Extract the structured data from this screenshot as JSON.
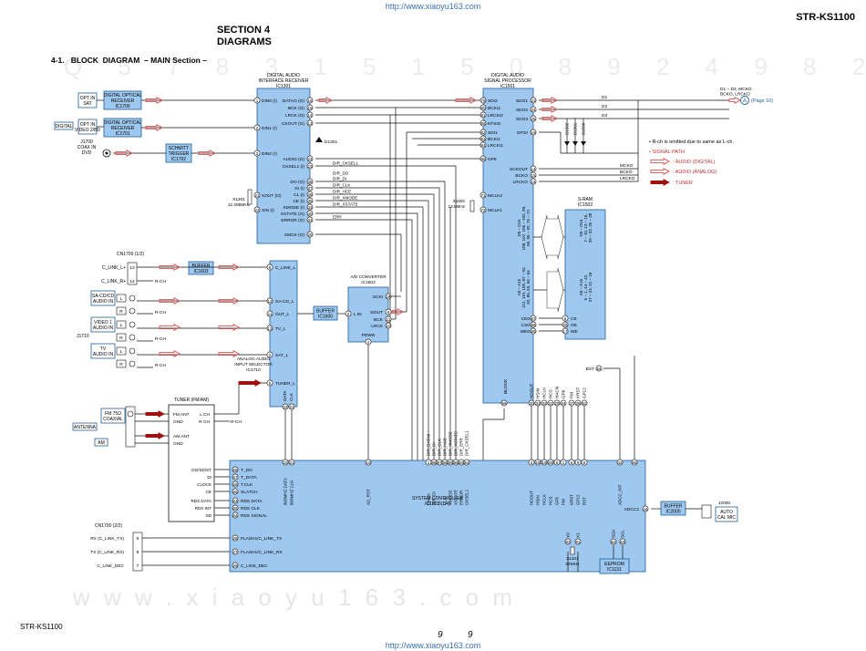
{
  "header": {
    "url_top": "http://www.xiaoyu163.com",
    "model": "STR-KS1100",
    "section": "SECTION 4",
    "diagrams": "DIAGRAMS",
    "subtitle": "4-1.   BLOCK  DIAGRAM  – MAIN Section –"
  },
  "footer": {
    "model": "STR-KS1100",
    "page_left": "9",
    "page_right": "9",
    "url_bottom": "http://www.xiaoyu163.com"
  },
  "watermark": "w w w . x i a o y u 1 6 3 . c o m",
  "legend": {
    "note": "• R-ch is omitted due to same as L-ch.",
    "signal_path": "• SIGNAL PATH",
    "digital": ": AUDIO (DIGITAL)",
    "analog": ": AUDIO (ANALOG)",
    "tuner": ": TUNER",
    "colors": {
      "digital": "#e05050",
      "analog": "#e05050",
      "tuner": "#a01010"
    }
  },
  "inputs": {
    "opt_sat": "OPT IN\nSAT",
    "opt_video2": "OPT IN\nVIDEO 2/BD",
    "digital": "DIGITAL",
    "coax": "J1700\nCOAX IN\nDVD",
    "rx1_title": "DIGITAL OPTICAL\nRECEIVER\nIC1700",
    "rx2_title": "DIGITAL OPTICAL\nRECEIVER\nIC1701",
    "schmitt": "SCHMITT\nTRIGGER\nIC1702"
  },
  "ic1301": {
    "title": "DIGITAL AUDIO\nINTERFACE RECEIVER\nIC1301",
    "left_pins": [
      [
        "1",
        "DIN0 (I)"
      ],
      [
        "2",
        "DIN1 (I)"
      ],
      [
        "3",
        "DIN2 (I)"
      ],
      [
        "21",
        "XOUT (O)"
      ],
      [
        "22",
        "XIN (I)"
      ]
    ],
    "right_pins": [
      [
        "16",
        "DATAO (O)"
      ],
      [
        "15",
        "BCK (O)"
      ],
      [
        "14",
        "LRCK (O)"
      ],
      [
        "13",
        "CKOUT (O)"
      ],
      [
        "24",
        "AUDIO (O)"
      ],
      [
        "23",
        "CKSEL1 (I)"
      ],
      [
        "38",
        "DO (O)"
      ],
      [
        "37",
        "DI (I)"
      ],
      [
        "36",
        "CL (I)"
      ],
      [
        "35",
        "CE (I)"
      ],
      [
        "33",
        "XMODE (I)"
      ],
      [
        "40",
        "XSTATE (O)"
      ],
      [
        "34",
        "ERROR (O)"
      ],
      [
        "20",
        "XMCK (O)"
      ]
    ],
    "crystal": "X1301\n12.288MHz",
    "diode": "D1301",
    "nets": [
      "DIR_CKSEL1",
      "DIR_DO",
      "DIR_DI",
      "DIR_CLK",
      "DIR_HCE",
      "DIR_XMODE",
      "DIR_XSTATE",
      "ERR"
    ]
  },
  "ic1501": {
    "title": "DIGITAL AUDIO\nSIGNAL PROCESSOR\nIC1501",
    "left_pins": [
      [
        "79",
        "SDI2"
      ],
      [
        "80",
        "BCKI2"
      ],
      [
        "81",
        "LRCKI2"
      ],
      [
        "85",
        "KFSIO"
      ],
      [
        "82",
        "SDI1"
      ],
      [
        "83",
        "BCKI1"
      ],
      [
        "84",
        "LRCKI1"
      ],
      [
        "68",
        "GP8"
      ],
      [
        "71",
        "MCLK2"
      ],
      [
        "72",
        "MCLK1"
      ]
    ],
    "right_pins": [
      [
        "23",
        "SDO1"
      ],
      [
        "24",
        "SDO2"
      ],
      [
        "25",
        "SDO3"
      ],
      [
        "19",
        "GP10"
      ],
      [
        "14",
        "SCKOUT"
      ],
      [
        "15",
        "BCKO"
      ],
      [
        "16",
        "LRCKO"
      ]
    ],
    "bus_left": "D0 – D15\n108, 107, 105 – 102, 99,\n98, 95 – 92, 75 – 72",
    "bus_right": "D0 – D15\n7 – 10, 13 – 16,\n29 – 32, 35 – 38",
    "addr_left": "A0 – A15\n112, 110, 109, 87 – 92,\n82, 85, 63, 66 – 64",
    "addr_right": "A0 – A15\n5 – 1, 44 – 42,\n27 – 24, 21 – 18",
    "ctrl": [
      [
        "87",
        "CE0",
        "6",
        "CE"
      ],
      [
        "88",
        "CS0",
        "28",
        "OE"
      ],
      [
        "89",
        "WE0",
        "17",
        "WE"
      ]
    ],
    "bst": "BST",
    "bst_pin": "54",
    "block": "BLOCK",
    "block_pin": "56",
    "bottom_pins": [
      "HDOUT",
      "HSIN",
      "HCLK",
      "HCS",
      "HACN",
      "GP6",
      "PM",
      "KRST",
      "GP12"
    ],
    "bottom_nums": [
      "30",
      "33",
      "32",
      "31",
      "29",
      "34",
      "37",
      "36",
      "52"
    ],
    "crystal": "X1502\n13.5MHz",
    "sram": "S-RAM\nIC1502",
    "diodes": [
      "D1502",
      "D1501",
      "D1500"
    ],
    "out_lines": [
      "D1",
      "D2",
      "D3"
    ],
    "clk_lines": [
      "MCKO",
      "BCKO",
      "LRCKO"
    ],
    "page_ref": "D1 – D3, MCKO\nBCKO, LRCKO",
    "page_marker": "A",
    "page_link": "(Page 10)"
  },
  "analog_in": {
    "cn1700_1": "CN1700 (1/2)",
    "clink_l": "C_LINK_L+",
    "clink_r": "C_LINK_R+",
    "pin13": "13",
    "pin14": "14",
    "buffer1603": "BUFFER\nIC1603",
    "sacd": "SA-CD/CD\nAUDIO IN",
    "video1": "VIDEO 1\nAUDIO IN",
    "tv": "TV\nAUDIO IN",
    "j1710": "J1710",
    "rch": "R-CH",
    "selector": "ANALOG AUDIO\nINPUT SELECTOR\nIC1710",
    "sel_pins": [
      [
        "9",
        "C_LINK_L"
      ],
      [
        "12",
        "SA-CD_L"
      ],
      [
        "11",
        "OUT_L"
      ],
      [
        "13",
        "TV_L"
      ],
      [
        "3",
        "SAT_L"
      ],
      [
        "5",
        "TUNER_L"
      ]
    ],
    "data_clk": [
      "DATA",
      "CLK"
    ],
    "data_clk_nums": [
      "22",
      "21"
    ],
    "buffer1600": "BUFFER\nIC1600"
  },
  "adc": {
    "title": "A/D CONVERTER\nIC1602",
    "pins": [
      [
        "2",
        "L IN"
      ],
      [
        "12",
        "SCKI"
      ],
      [
        "9",
        "DOUT"
      ],
      [
        "11",
        "BCK"
      ],
      [
        "10",
        "LRCK"
      ],
      [
        "4",
        "PDWN"
      ]
    ],
    "pdwn": "PDWN"
  },
  "tuner": {
    "title": "TUNER (FM/AM)",
    "fm_ant": "FM ANT",
    "gnd": "GND",
    "am_ant": "AM ANT",
    "fm_coax": "FM 75Ω\nCOAXIAL",
    "am": "AM",
    "antenna": "ANTENNA",
    "lch": "L CH",
    "rch": "R CH",
    "rch_out": "R-CH",
    "pins": [
      "DO/SD/ST",
      "DI",
      "CLOCK",
      "CE",
      "RDS DATA",
      "RDS INT",
      "SD"
    ]
  },
  "sysctl": {
    "title": "SYSTEM CONTROLLER\nIC1601 (1/4)",
    "left_pins": [
      [
        "68",
        "T_DO"
      ],
      [
        "67",
        "T_DATA"
      ],
      [
        "69",
        "T.CLK"
      ],
      [
        "66",
        "SLATCH"
      ],
      [
        "63",
        "RDS DATA"
      ],
      [
        "65",
        "RDS CLK"
      ],
      [
        "64",
        "RDS SIGNAL"
      ],
      [
        "28",
        "FLASH1/C_LINK_TX"
      ],
      [
        "27",
        "FLASH1/C_LINK_RX"
      ],
      [
        "29",
        "C_LINK_DEC"
      ]
    ],
    "top_labels": [
      "803MHZ DATA",
      "803MHZ CLK",
      "AD_RST",
      "DATAI",
      "DIR_DI",
      "DI",
      "CLK",
      "XMODE",
      "XSTATE",
      "ERROR",
      "CKSEL1",
      "HDOUT",
      "HSIN",
      "HCLK",
      "HCS",
      "GP6",
      "PM",
      "KRST",
      "GP12",
      "BST",
      "ADCC_INT"
    ],
    "top_nums": [
      "22",
      "21",
      "10",
      "1",
      "98",
      "97",
      "96",
      "95",
      "99",
      "93",
      "94",
      "3",
      "18",
      "19",
      "20",
      "5",
      "1",
      "6",
      "9",
      "8",
      "42",
      "55"
    ],
    "bottom_pins": [
      [
        "X0",
        "92"
      ],
      [
        "X1",
        "91"
      ],
      [
        "SDA",
        "62"
      ],
      [
        "SCL",
        "63"
      ]
    ],
    "adcc2": "ADCC2",
    "adcc2_pin": "44",
    "crystal": "X1101\n24MHz",
    "eeprom": "EEPROM\nIC1131",
    "buffer2000": "BUFFER\nIC2000",
    "autocal": "AUTO\nCAL MIC",
    "j2000": "J2000"
  },
  "cn1700_2": {
    "title": "CN1700 (2/2)",
    "rows": [
      [
        "RX (C_LINK_TX)",
        "9"
      ],
      [
        "TX (C_LINK_RX)",
        "8"
      ],
      [
        "C_LINK_DEC",
        "7"
      ]
    ]
  },
  "dir_bus": [
    "DIR_DATA0",
    "DIR_DI",
    "DIR_CLK",
    "DIR_HCE",
    "DIR_XMODE",
    "DIR_XSTATE",
    "DIR_ERR",
    "DIR_CKSEL1"
  ]
}
